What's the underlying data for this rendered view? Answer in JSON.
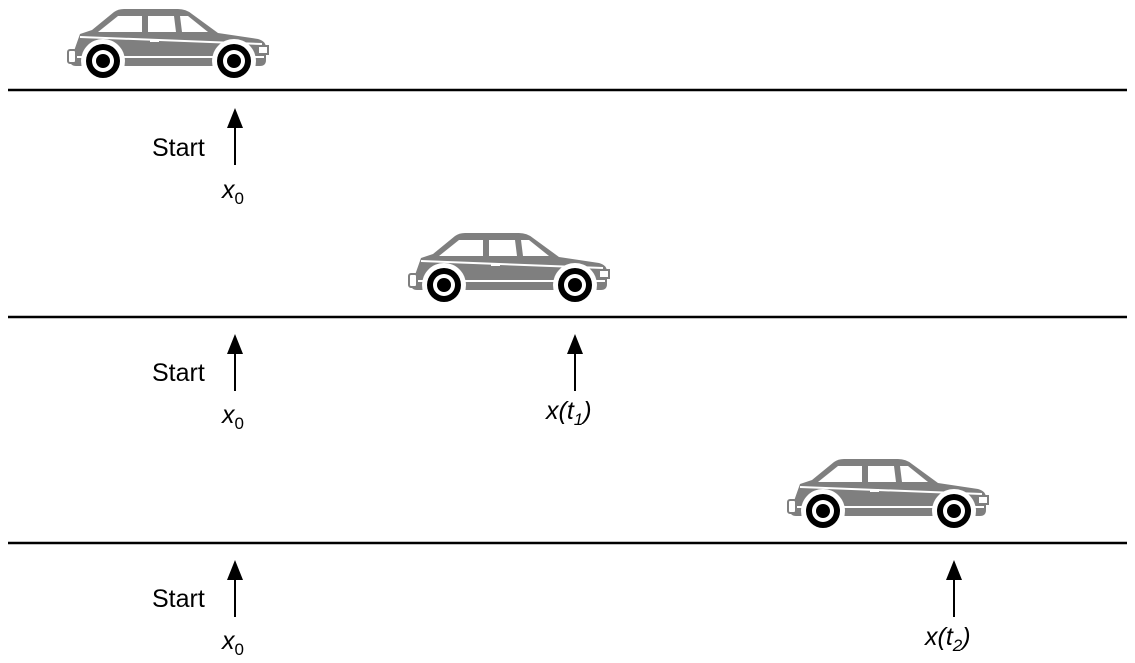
{
  "colors": {
    "ink": "#000000",
    "car_body": "#7f7f7f",
    "car_trim": "#ffffff"
  },
  "icons": {
    "car": "car-icon",
    "arrow": "up-arrow-icon"
  },
  "panels": [
    {
      "start_label": "Start",
      "markers": [
        {
          "base": "x",
          "sub": "0",
          "post": ""
        }
      ]
    },
    {
      "start_label": "Start",
      "markers": [
        {
          "base": "x",
          "sub": "0",
          "post": ""
        },
        {
          "base": "x(t",
          "sub": "1",
          "post": ")"
        }
      ]
    },
    {
      "start_label": "Start",
      "markers": [
        {
          "base": "x",
          "sub": "0",
          "post": ""
        },
        {
          "base": "x(t",
          "sub": "2",
          "post": ")"
        }
      ]
    }
  ]
}
